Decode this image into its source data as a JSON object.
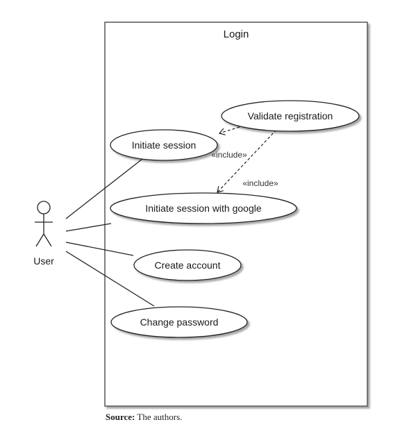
{
  "system": {
    "title": "Login"
  },
  "actor": {
    "label": "User"
  },
  "use_cases": {
    "validate_registration": "Validate registration",
    "initiate_session": "Initiate session",
    "initiate_session_google": "Initiate session with google",
    "create_account": "Create account",
    "change_password": "Change password"
  },
  "relations": {
    "include_1": "«include»",
    "include_2": "«include»"
  },
  "caption": {
    "source_label": "Source:",
    "source_text": "The authors."
  }
}
